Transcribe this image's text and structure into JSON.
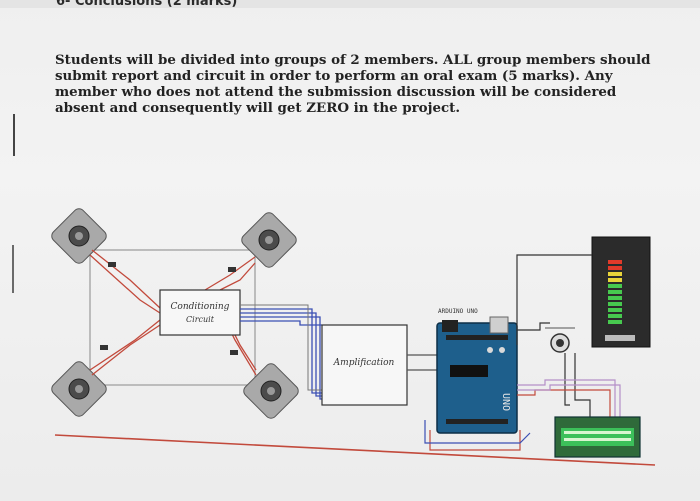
{
  "document": {
    "section_heading": "6- Conclusions (2 marks)",
    "paragraph_lines": [
      "Students will be divided into groups of 2 members. ALL group members should",
      "submit report and circuit in order to perform an oral exam (5 marks). Any",
      "member who does not attend the submission discussion will be considered",
      "absent and consequently will get ZERO in the project."
    ]
  },
  "diagram": {
    "conditioning_label_1": "Conditioning",
    "conditioning_label_2": "Circuit",
    "amplification_label": "Amplification",
    "arduino_brand_label": "ARDUINO UNO",
    "arduino_board_label": "UNO"
  },
  "colors": {
    "wire_red": "#c24a3c",
    "wire_blue": "#3b4fb4",
    "arduino_blue": "#1e5f8c",
    "lcd_green": "#3cc05a",
    "led_red": "#e23a2a",
    "led_yellow": "#e8d43a",
    "led_green": "#47c94f"
  }
}
